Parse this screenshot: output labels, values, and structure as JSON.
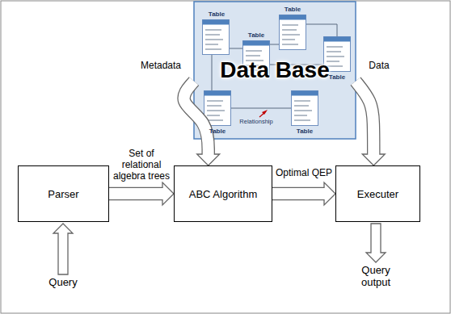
{
  "diagram": {
    "nodes": [
      {
        "text": [
          "Data Base"
        ]
      },
      {
        "text": [
          "Parser"
        ]
      },
      {
        "text": [
          "ABC Algorithm"
        ]
      },
      {
        "text": [
          "Executer"
        ]
      }
    ],
    "edges": [
      {
        "from": 1,
        "to": 2,
        "arrow": "to",
        "label": "Set of relational algebra trees"
      },
      {
        "from": 2,
        "to": 3,
        "arrow": "to",
        "label": "Optimal QEP"
      },
      {
        "from": 0,
        "to": 2,
        "arrow": "to",
        "label": "Metadata"
      },
      {
        "from": 0,
        "to": 3,
        "arrow": "to",
        "label": "Data"
      }
    ],
    "labels": [
      "Query",
      "Query output",
      "Table",
      "Table",
      "Table",
      "Table",
      "Table",
      "Table",
      "Relationship"
    ]
  }
}
